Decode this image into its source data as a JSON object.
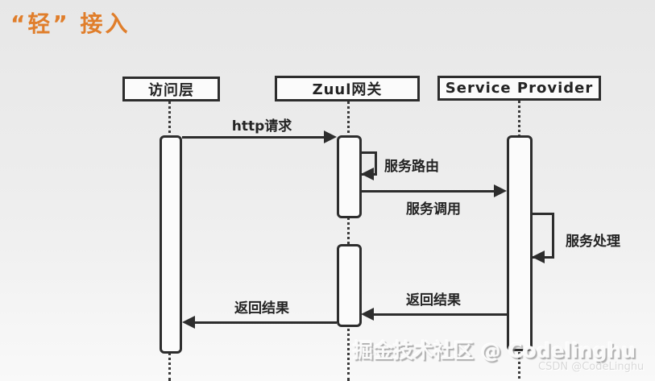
{
  "page": {
    "title": "“轻” 接入",
    "title_color": "#E07E2B",
    "background_color": "#ededed",
    "line_color": "#2d2d2d"
  },
  "diagram": {
    "type": "sequence",
    "actors": [
      {
        "id": "access",
        "label": "访问层"
      },
      {
        "id": "zuul",
        "label": "Zuul网关"
      },
      {
        "id": "provider",
        "label": "Service Provider"
      }
    ],
    "messages": [
      {
        "from": "access",
        "to": "zuul",
        "label": "http请求",
        "type": "call"
      },
      {
        "from": "zuul",
        "to": "zuul",
        "label": "服务路由",
        "type": "self"
      },
      {
        "from": "zuul",
        "to": "provider",
        "label": "服务调用",
        "type": "call"
      },
      {
        "from": "provider",
        "to": "provider",
        "label": "服务处理",
        "type": "self"
      },
      {
        "from": "provider",
        "to": "zuul",
        "label": "返回结果",
        "type": "return"
      },
      {
        "from": "zuul",
        "to": "access",
        "label": "返回结果",
        "type": "return"
      }
    ]
  },
  "watermark": {
    "main": "掘金技术社区 @ Codelinghu",
    "sub": "CSDN @CodeLinghu"
  }
}
